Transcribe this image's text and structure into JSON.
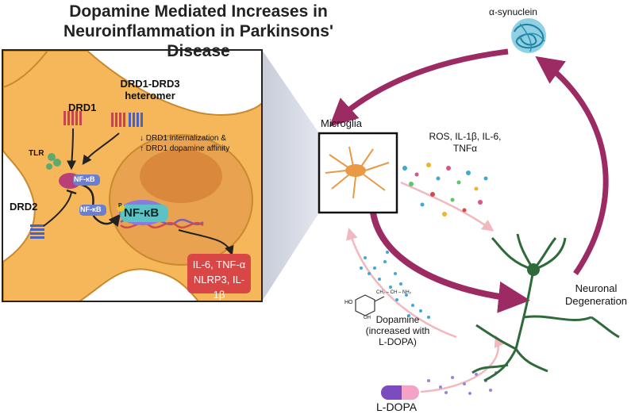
{
  "title": {
    "line1": "Dopamine Mediated Increases in",
    "line2": "Neuroinflammation in Parkinsons' Disease"
  },
  "inset": {
    "drd1": "DRD1",
    "drd1_drd3_line1": "DRD1-DRD3",
    "drd1_drd3_line2": "heteromer",
    "effect_line1": "↓ DRD1 internalization &",
    "effect_line2": "↑ DRD1 dopamine affinity",
    "tlr": "TLR",
    "drd2": "DRD2",
    "nfkb_small": "NF-κB",
    "nfkb_cyto": "NF-κB",
    "nfkb_nucleus": "NF-κB",
    "phospho": "P",
    "cytokines_line1": "IL-6, TNF-α",
    "cytokines_line2": "NLRP3, IL-1β"
  },
  "cycle": {
    "alpha_synuclein": "α-synuclein",
    "microglia": "Microglia",
    "ros_line1": "ROS, IL-1β, IL-6,",
    "ros_line2": "TNFα",
    "neuronal_line1": "Neuronal",
    "neuronal_line2": "Degeneration",
    "dopamine_line1": "Dopamine",
    "dopamine_line2": "(increased with",
    "dopamine_line3": "L-DOPA)",
    "ldopa": "L-DOPA",
    "mol_ho": "HO",
    "mol_oh": "OH",
    "mol_chain": "CH₂ – CH – NH₂"
  },
  "colors": {
    "cell": "#f6b75a",
    "cell_edge": "#c98a2e",
    "nucleus": "#e9a24f",
    "nucleolus": "#d9883c",
    "arrow": "#9c2a63",
    "red_box": "#d94646",
    "neuron": "#2f6b3a",
    "microglia": "#e89a44",
    "synuclein": "#2a8fb0"
  }
}
